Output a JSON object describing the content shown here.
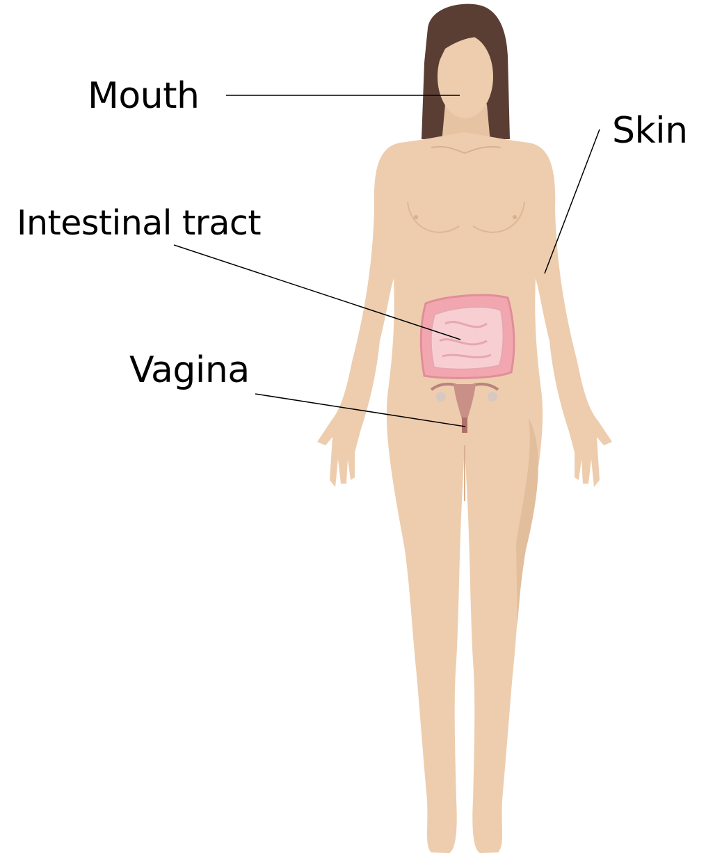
{
  "labels": {
    "mouth": "Mouth",
    "skin": "Skin",
    "intestinal_tract": "Intestinal tract",
    "vagina": "Vagina"
  },
  "colors": {
    "skin_tone": "#EDCDAE",
    "skin_shadow": "#DDB795",
    "hair": "#5A3E34",
    "intestine": "#F2A7B0",
    "intestine_inner": "#F7CFD3",
    "uterus": "#B9837D",
    "leader_line": "#000000"
  }
}
